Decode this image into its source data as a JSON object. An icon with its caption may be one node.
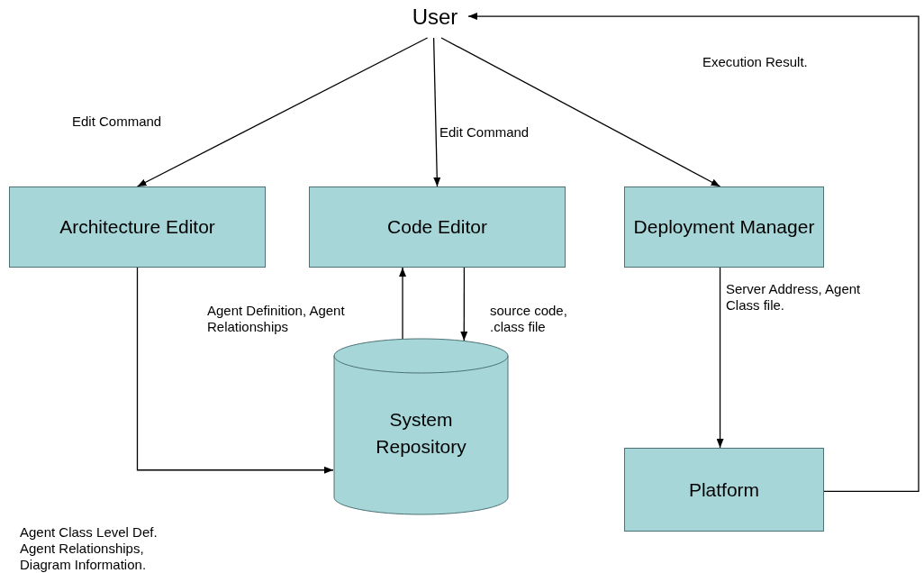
{
  "diagram": {
    "nodes": [
      {
        "text": [
          "User"
        ]
      },
      {
        "text": [
          "Architecture Editor"
        ]
      },
      {
        "text": [
          "Code Editor"
        ]
      },
      {
        "text": [
          "Deployment Manager"
        ]
      },
      {
        "text": [
          "System Repository"
        ]
      },
      {
        "text": [
          "Platform"
        ]
      }
    ],
    "edges": [
      {
        "from": 0,
        "to": 1,
        "arrow": "to",
        "label": "Edit Command"
      },
      {
        "from": 0,
        "to": 2,
        "arrow": "to",
        "label": "Edit Command"
      },
      {
        "from": 0,
        "to": 3,
        "arrow": "to"
      },
      {
        "from": 4,
        "to": 2,
        "arrow": "to",
        "label": "Agent Definition, Agent Relationships"
      },
      {
        "from": 2,
        "to": 4,
        "arrow": "to",
        "label": "source code, .class file"
      },
      {
        "from": 1,
        "to": 4,
        "arrow": "to",
        "label": "Agent Class Level Def. Agent Relationships, Diagram Information."
      },
      {
        "from": 3,
        "to": 5,
        "arrow": "to",
        "label": "Server Address, Agent Class file."
      },
      {
        "from": 5,
        "to": 0,
        "arrow": "to",
        "label": "Execution Result."
      }
    ]
  }
}
